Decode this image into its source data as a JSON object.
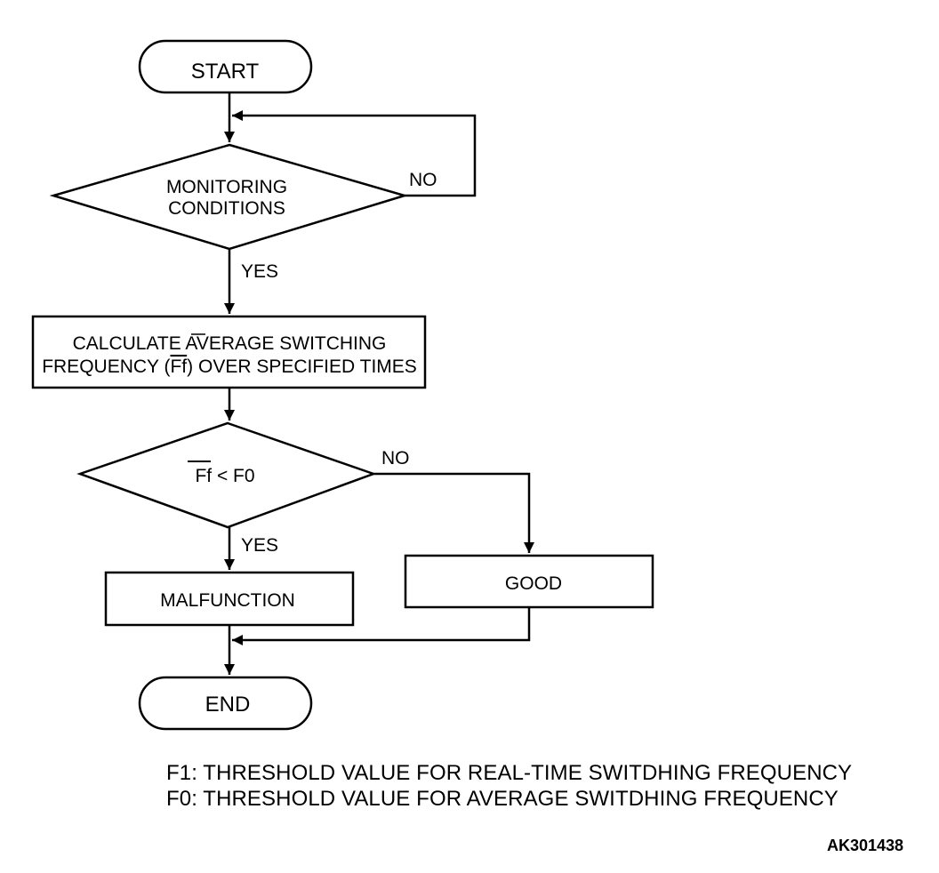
{
  "diagram": {
    "start": "START",
    "cond1": {
      "line1": "MONITORING",
      "line2": "CONDITIONS",
      "no": "NO",
      "yes": "YES"
    },
    "calc": {
      "line1_a": "CALCULATE",
      "line1_b": " AVERAGE SWITCHING",
      "line2_a": "FREQUENCY (",
      "line2_ff": "Ff",
      "line2_b": ") OVER SPECIFIED TIMES"
    },
    "cond2": {
      "ff": "Ff",
      "rest": " < F0",
      "no": "NO",
      "yes": "YES"
    },
    "malfunction": "MALFUNCTION",
    "good": "GOOD",
    "end": "END"
  },
  "notes": [
    "F1: THRESHOLD VALUE FOR REAL-TIME SWITDHING FREQUENCY",
    "F0: THRESHOLD VALUE FOR AVERAGE SWITDHING FREQUENCY"
  ],
  "figure_code": "AK301438"
}
